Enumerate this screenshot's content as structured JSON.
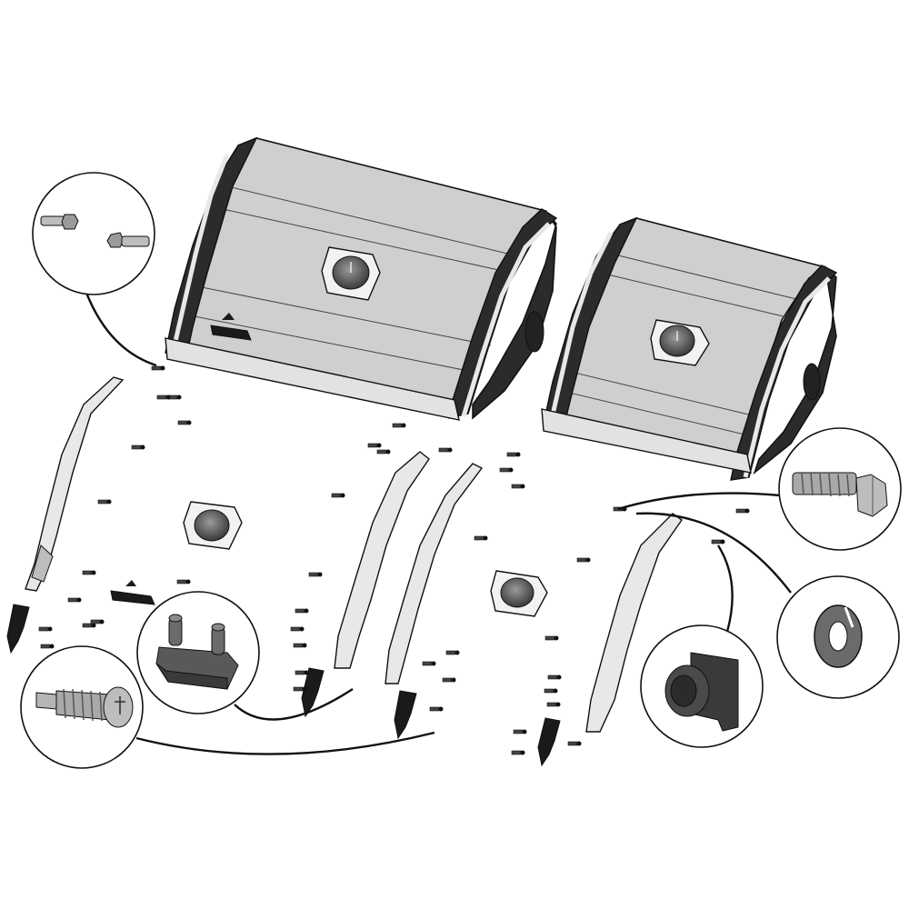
{
  "diagram": {
    "kind": "exploded-assembly",
    "assemblies": [
      {
        "id": "large-lid"
      },
      {
        "id": "small-lid"
      },
      {
        "id": "large-lid-exploded"
      },
      {
        "id": "small-lid-exploded"
      }
    ],
    "callouts": [
      {
        "id": "hinge-pins",
        "icon": "hinge-pin-icon"
      },
      {
        "id": "self-tapping-screw",
        "icon": "screw-icon"
      },
      {
        "id": "bumper-spacer",
        "icon": "bumper-icon"
      },
      {
        "id": "hex-bolt",
        "icon": "hex-bolt-icon"
      },
      {
        "id": "lock-washer",
        "icon": "lock-washer-icon"
      },
      {
        "id": "heat-shield-clip",
        "icon": "clip-icon"
      }
    ],
    "colors": {
      "line": "#111111",
      "panel_light": "#cfcfcf",
      "panel_mid": "#a9a9a9",
      "trim_dark": "#2b2b2b",
      "trim_light": "#e8e8e8",
      "part_gray": "#7a7a7a"
    }
  }
}
